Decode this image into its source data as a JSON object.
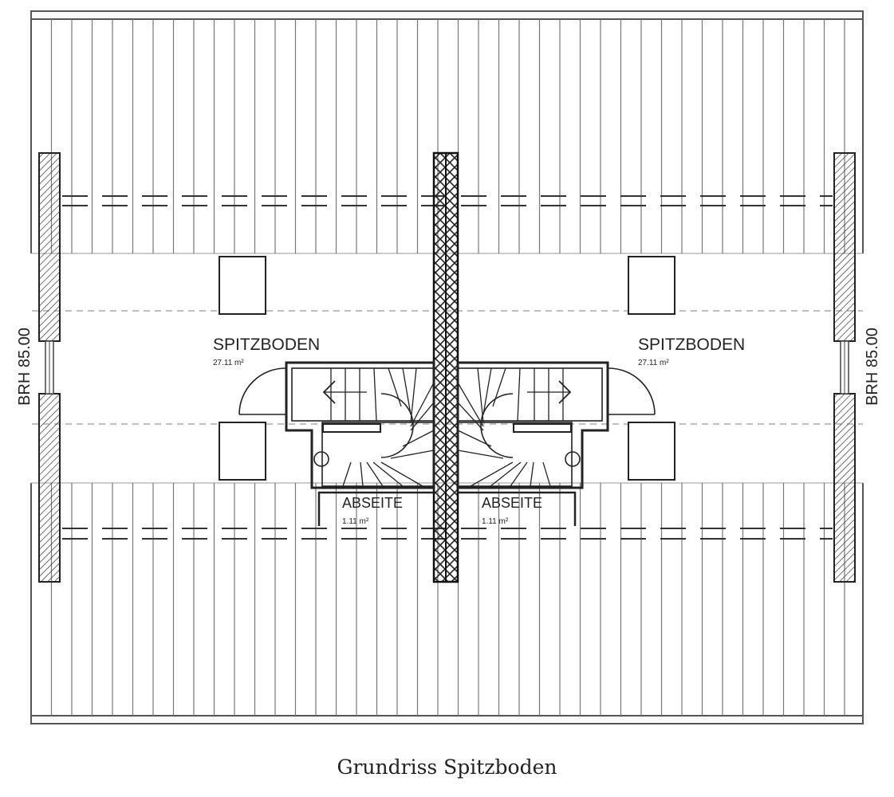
{
  "caption": "Grundriss Spitzboden",
  "rooms": {
    "left_attic": {
      "name": "SPITZBODEN",
      "area": "27.11 m²"
    },
    "right_attic": {
      "name": "SPITZBODEN",
      "area": "27.11 m²"
    },
    "left_abseite": {
      "name": "ABSEITE",
      "area": "1.11 m²"
    },
    "right_abseite": {
      "name": "ABSEITE",
      "area": "1.11 m²"
    }
  },
  "dimensions": {
    "left_wall": "BRH 85.00",
    "right_wall": "BRH 85.00"
  }
}
